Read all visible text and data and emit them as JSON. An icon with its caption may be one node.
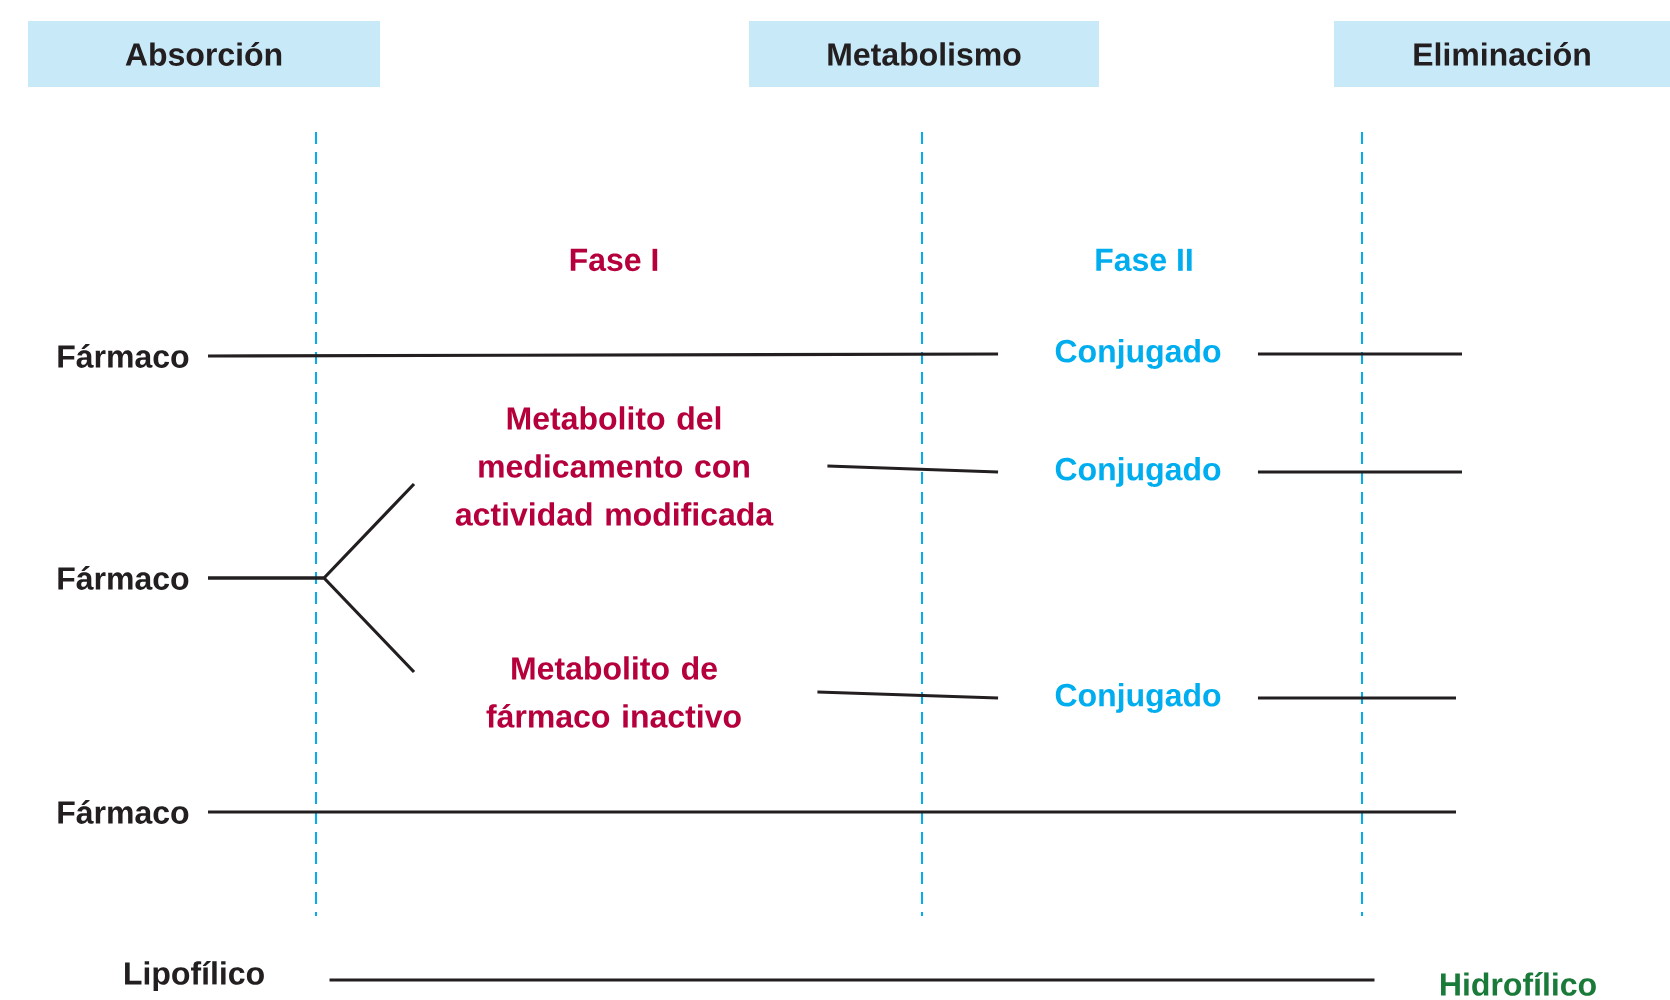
{
  "diagram": {
    "nodes": [
      {
        "text": [
          "Absorción"
        ]
      },
      {
        "text": [
          "Metabolismo"
        ]
      },
      {
        "text": [
          "Eliminación"
        ]
      },
      {
        "text": [
          "Fármaco"
        ]
      },
      {
        "text": [
          "Conjugado"
        ]
      },
      {
        "text": [
          "Fármaco"
        ]
      },
      {
        "text": [
          "Metabolito del medicamento con actividad modificada"
        ]
      },
      {
        "text": [
          "Conjugado"
        ]
      },
      {
        "text": [
          "Metabolito de fármaco inactivo"
        ]
      },
      {
        "text": [
          "Conjugado"
        ]
      },
      {
        "text": [
          "Fármaco"
        ]
      },
      {
        "text": [
          "Lipofílico"
        ]
      },
      {
        "text": [
          "Hidrofílico"
        ]
      }
    ],
    "edges": [
      {
        "from": 3,
        "to": 4,
        "arrow": "none"
      },
      {
        "from": 4,
        "to": null,
        "arrow": "none"
      },
      {
        "from": 5,
        "to": 6,
        "arrow": "none"
      },
      {
        "from": 5,
        "to": 8,
        "arrow": "none"
      },
      {
        "from": 6,
        "to": 7,
        "arrow": "none"
      },
      {
        "from": 7,
        "to": null,
        "arrow": "none"
      },
      {
        "from": 8,
        "to": 9,
        "arrow": "none"
      },
      {
        "from": 9,
        "to": null,
        "arrow": "none"
      },
      {
        "from": 10,
        "to": null,
        "arrow": "none"
      },
      {
        "from": 11,
        "to": 12,
        "arrow": "none"
      }
    ],
    "labels": [
      "Fase I",
      "Fase II"
    ]
  }
}
